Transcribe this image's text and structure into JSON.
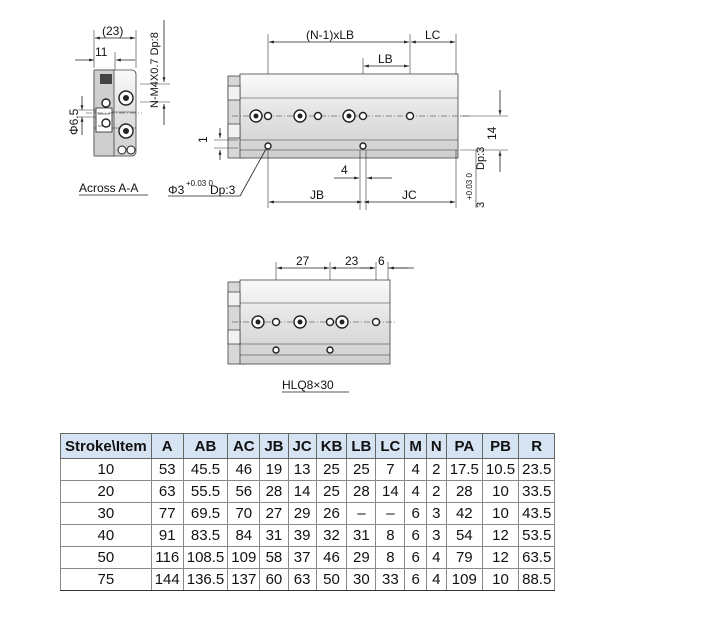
{
  "labels": {
    "dim_23_paren": "(23)",
    "dim_11": "11",
    "thread_spec": "N-M4X0.7 Dp:8",
    "dim_phi65": "Φ6.5",
    "section_title": "Across A-A",
    "dim_n1lb": "(N-1)xLB",
    "dim_lc_top": "LC",
    "dim_lb_top": "LB",
    "dim_1": "1",
    "dim_4": "4",
    "dim_14": "14",
    "pin_left": "Φ3",
    "pin_left_tol": "+0.03 0",
    "pin_left_depth": "Dp:3",
    "dim_jb": "JB",
    "dim_jc": "JC",
    "pin_right": "3",
    "pin_right_tol": "+0.03 0",
    "pin_right_depth": "Dp:3",
    "dim_27": "27",
    "dim_23": "23",
    "dim_6": "6",
    "model_label": "HLQ8×30"
  },
  "table": {
    "headers": [
      "Stroke\\Item",
      "A",
      "AB",
      "AC",
      "JB",
      "JC",
      "KB",
      "LB",
      "LC",
      "M",
      "N",
      "PA",
      "PB",
      "R"
    ],
    "rows": [
      [
        "10",
        "53",
        "45.5",
        "46",
        "19",
        "13",
        "25",
        "25",
        "7",
        "4",
        "2",
        "17.5",
        "10.5",
        "23.5"
      ],
      [
        "20",
        "63",
        "55.5",
        "56",
        "28",
        "14",
        "25",
        "28",
        "14",
        "4",
        "2",
        "28",
        "10",
        "33.5"
      ],
      [
        "30",
        "77",
        "69.5",
        "70",
        "27",
        "29",
        "26",
        "–",
        "–",
        "6",
        "3",
        "42",
        "10",
        "43.5"
      ],
      [
        "40",
        "91",
        "83.5",
        "84",
        "31",
        "39",
        "32",
        "31",
        "8",
        "6",
        "3",
        "54",
        "12",
        "53.5"
      ],
      [
        "50",
        "116",
        "108.5",
        "109",
        "58",
        "37",
        "46",
        "29",
        "8",
        "6",
        "4",
        "79",
        "12",
        "63.5"
      ],
      [
        "75",
        "144",
        "136.5",
        "137",
        "60",
        "63",
        "50",
        "30",
        "33",
        "6",
        "4",
        "109",
        "10",
        "88.5"
      ]
    ]
  }
}
